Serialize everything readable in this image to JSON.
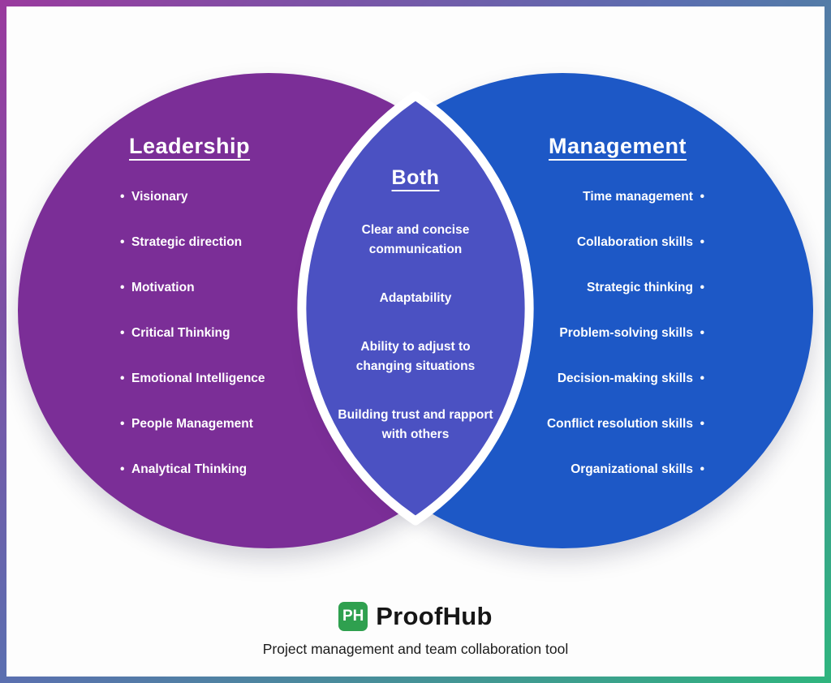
{
  "frame": {
    "gradient_start": "#9a3a9e",
    "gradient_mid": "#5b6fb0",
    "gradient_end": "#2fb57e",
    "card_background": "#fdfdfd"
  },
  "venn": {
    "left": {
      "title": "Leadership",
      "color": "#7b2e97",
      "items": [
        "Visionary",
        "Strategic direction",
        "Motivation",
        "Critical Thinking",
        "Emotional Intelligence",
        "People Management",
        "Analytical Thinking"
      ]
    },
    "right": {
      "title": "Management",
      "color": "#1d58c6",
      "items": [
        "Time management",
        "Collaboration skills",
        "Strategic thinking",
        "Problem-solving skills",
        "Decision-making skills",
        "Conflict resolution skills",
        "Organizational skills"
      ]
    },
    "both": {
      "title": "Both",
      "color": "#4b51c2",
      "items": [
        "Clear and concise communication",
        "Adaptability",
        "Ability to adjust to changing situations",
        "Building trust and rapport with others"
      ]
    }
  },
  "footer": {
    "logo_monogram": "PH",
    "logo_color": "#2fa04f",
    "brand": "ProofHub",
    "tagline": "Project management and team collaboration tool"
  }
}
